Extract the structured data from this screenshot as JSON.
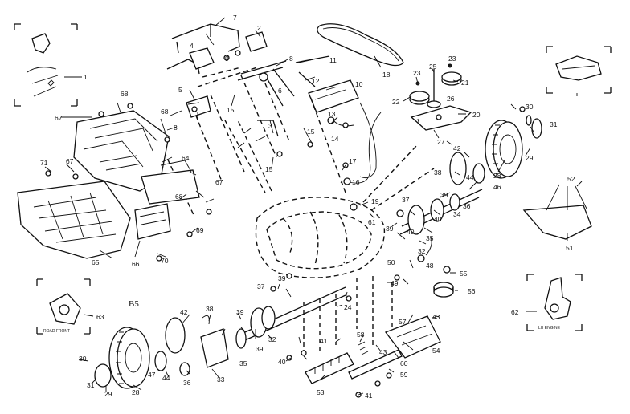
{
  "diagram": {
    "section_label": "B5",
    "inset_captions": {
      "left_inset": "ROAD FRONT",
      "right_inset": "LH ENGINE"
    },
    "part_numbers": [
      {
        "id": "p1",
        "text": "1"
      },
      {
        "id": "p2",
        "text": "2"
      },
      {
        "id": "p3",
        "text": "3"
      },
      {
        "id": "p4",
        "text": "4"
      },
      {
        "id": "p5",
        "text": "5"
      },
      {
        "id": "p6",
        "text": "6"
      },
      {
        "id": "p7",
        "text": "7"
      },
      {
        "id": "p8a",
        "text": "8"
      },
      {
        "id": "p8b",
        "text": "8"
      },
      {
        "id": "p9",
        "text": "9"
      },
      {
        "id": "p10",
        "text": "10"
      },
      {
        "id": "p11",
        "text": "11"
      },
      {
        "id": "p12",
        "text": "12"
      },
      {
        "id": "p13",
        "text": "13"
      },
      {
        "id": "p14",
        "text": "14"
      },
      {
        "id": "p15a",
        "text": "15"
      },
      {
        "id": "p15b",
        "text": "15"
      },
      {
        "id": "p15c",
        "text": "15"
      },
      {
        "id": "p16",
        "text": "16"
      },
      {
        "id": "p17",
        "text": "17"
      },
      {
        "id": "p18",
        "text": "18"
      },
      {
        "id": "p19",
        "text": "19"
      },
      {
        "id": "p20",
        "text": "20"
      },
      {
        "id": "p21",
        "text": "21"
      },
      {
        "id": "p22",
        "text": "22"
      },
      {
        "id": "p23a",
        "text": "23"
      },
      {
        "id": "p23b",
        "text": "23"
      },
      {
        "id": "p24",
        "text": "24"
      },
      {
        "id": "p25",
        "text": "25"
      },
      {
        "id": "p26",
        "text": "26"
      },
      {
        "id": "p27",
        "text": "27"
      },
      {
        "id": "p28a",
        "text": "28"
      },
      {
        "id": "p28b",
        "text": "28"
      },
      {
        "id": "p29a",
        "text": "29"
      },
      {
        "id": "p29b",
        "text": "29"
      },
      {
        "id": "p30a",
        "text": "30"
      },
      {
        "id": "p30b",
        "text": "30"
      },
      {
        "id": "p31a",
        "text": "31"
      },
      {
        "id": "p31b",
        "text": "31"
      },
      {
        "id": "p32a",
        "text": "32"
      },
      {
        "id": "p32b",
        "text": "32"
      },
      {
        "id": "p33",
        "text": "33"
      },
      {
        "id": "p34",
        "text": "34"
      },
      {
        "id": "p35a",
        "text": "35"
      },
      {
        "id": "p35b",
        "text": "35"
      },
      {
        "id": "p36a",
        "text": "36"
      },
      {
        "id": "p36b",
        "text": "36"
      },
      {
        "id": "p37a",
        "text": "37"
      },
      {
        "id": "p37b",
        "text": "37"
      },
      {
        "id": "p38a",
        "text": "38"
      },
      {
        "id": "p38b",
        "text": "38"
      },
      {
        "id": "p39a",
        "text": "39"
      },
      {
        "id": "p39b",
        "text": "39"
      },
      {
        "id": "p39c",
        "text": "39"
      },
      {
        "id": "p39d",
        "text": "39"
      },
      {
        "id": "p39e",
        "text": "39"
      },
      {
        "id": "p40a",
        "text": "40"
      },
      {
        "id": "p40b",
        "text": "40"
      },
      {
        "id": "p40c",
        "text": "40"
      },
      {
        "id": "p41a",
        "text": "41"
      },
      {
        "id": "p41b",
        "text": "41"
      },
      {
        "id": "p42a",
        "text": "42"
      },
      {
        "id": "p42b",
        "text": "42"
      },
      {
        "id": "p43a",
        "text": "43"
      },
      {
        "id": "p43b",
        "text": "43"
      },
      {
        "id": "p44a",
        "text": "44"
      },
      {
        "id": "p44b",
        "text": "44"
      },
      {
        "id": "p46",
        "text": "46"
      },
      {
        "id": "p47",
        "text": "47"
      },
      {
        "id": "p48",
        "text": "48"
      },
      {
        "id": "p49",
        "text": "49"
      },
      {
        "id": "p50",
        "text": "50"
      },
      {
        "id": "p51",
        "text": "51"
      },
      {
        "id": "p52",
        "text": "52"
      },
      {
        "id": "p53",
        "text": "53"
      },
      {
        "id": "p54",
        "text": "54"
      },
      {
        "id": "p55",
        "text": "55"
      },
      {
        "id": "p56",
        "text": "56"
      },
      {
        "id": "p57",
        "text": "57"
      },
      {
        "id": "p58",
        "text": "58"
      },
      {
        "id": "p59",
        "text": "59"
      },
      {
        "id": "p60",
        "text": "60"
      },
      {
        "id": "p61",
        "text": "61"
      },
      {
        "id": "p62",
        "text": "62"
      },
      {
        "id": "p63",
        "text": "63"
      },
      {
        "id": "p64",
        "text": "64"
      },
      {
        "id": "p65",
        "text": "65"
      },
      {
        "id": "p66",
        "text": "66"
      },
      {
        "id": "p67a",
        "text": "67"
      },
      {
        "id": "p67b",
        "text": "67"
      },
      {
        "id": "p67c",
        "text": "67"
      },
      {
        "id": "p68a",
        "text": "68"
      },
      {
        "id": "p68b",
        "text": "68"
      },
      {
        "id": "p68c",
        "text": "68"
      },
      {
        "id": "p69",
        "text": "69"
      },
      {
        "id": "p70",
        "text": "70"
      },
      {
        "id": "p71",
        "text": "71"
      }
    ]
  }
}
